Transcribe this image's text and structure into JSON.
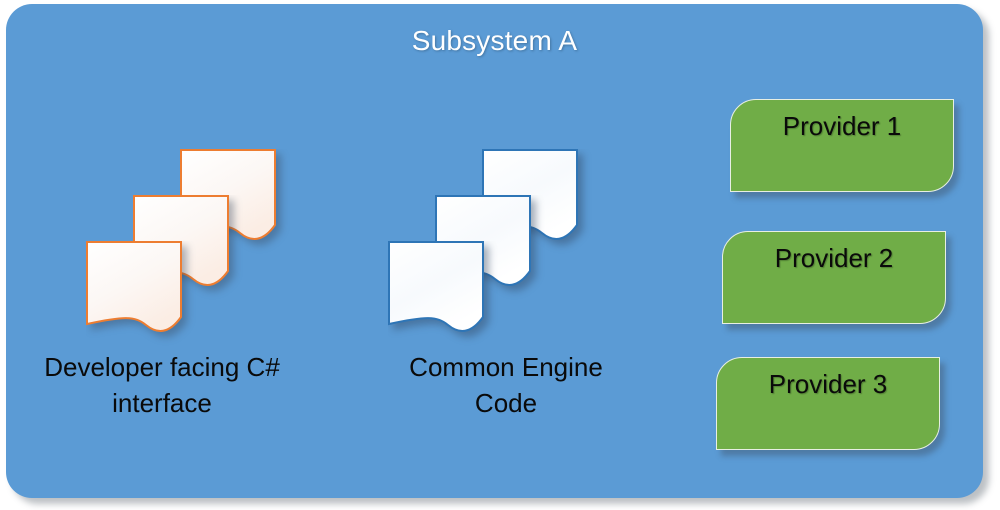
{
  "diagram": {
    "container": {
      "title": "Subsystem A",
      "fill_color": "#5B9BD5",
      "title_color": "#FFFFFF"
    },
    "doc_stacks": [
      {
        "id": "developer-interface",
        "caption": "Developer facing C#\ninterface",
        "icon": "document-stack-icon",
        "border_color": "#ED7D31",
        "fill_color": "#FFFFFF",
        "sheet_count": 3
      },
      {
        "id": "common-engine",
        "caption": "Common Engine\nCode",
        "icon": "document-stack-icon",
        "border_color": "#2E75B6",
        "fill_color": "#FFFFFF",
        "sheet_count": 3
      }
    ],
    "providers": [
      {
        "id": "provider-1",
        "label": "Provider 1",
        "fill_color": "#70AD47"
      },
      {
        "id": "provider-2",
        "label": "Provider 2",
        "fill_color": "#70AD47"
      },
      {
        "id": "provider-3",
        "label": "Provider 3",
        "fill_color": "#70AD47"
      }
    ]
  }
}
